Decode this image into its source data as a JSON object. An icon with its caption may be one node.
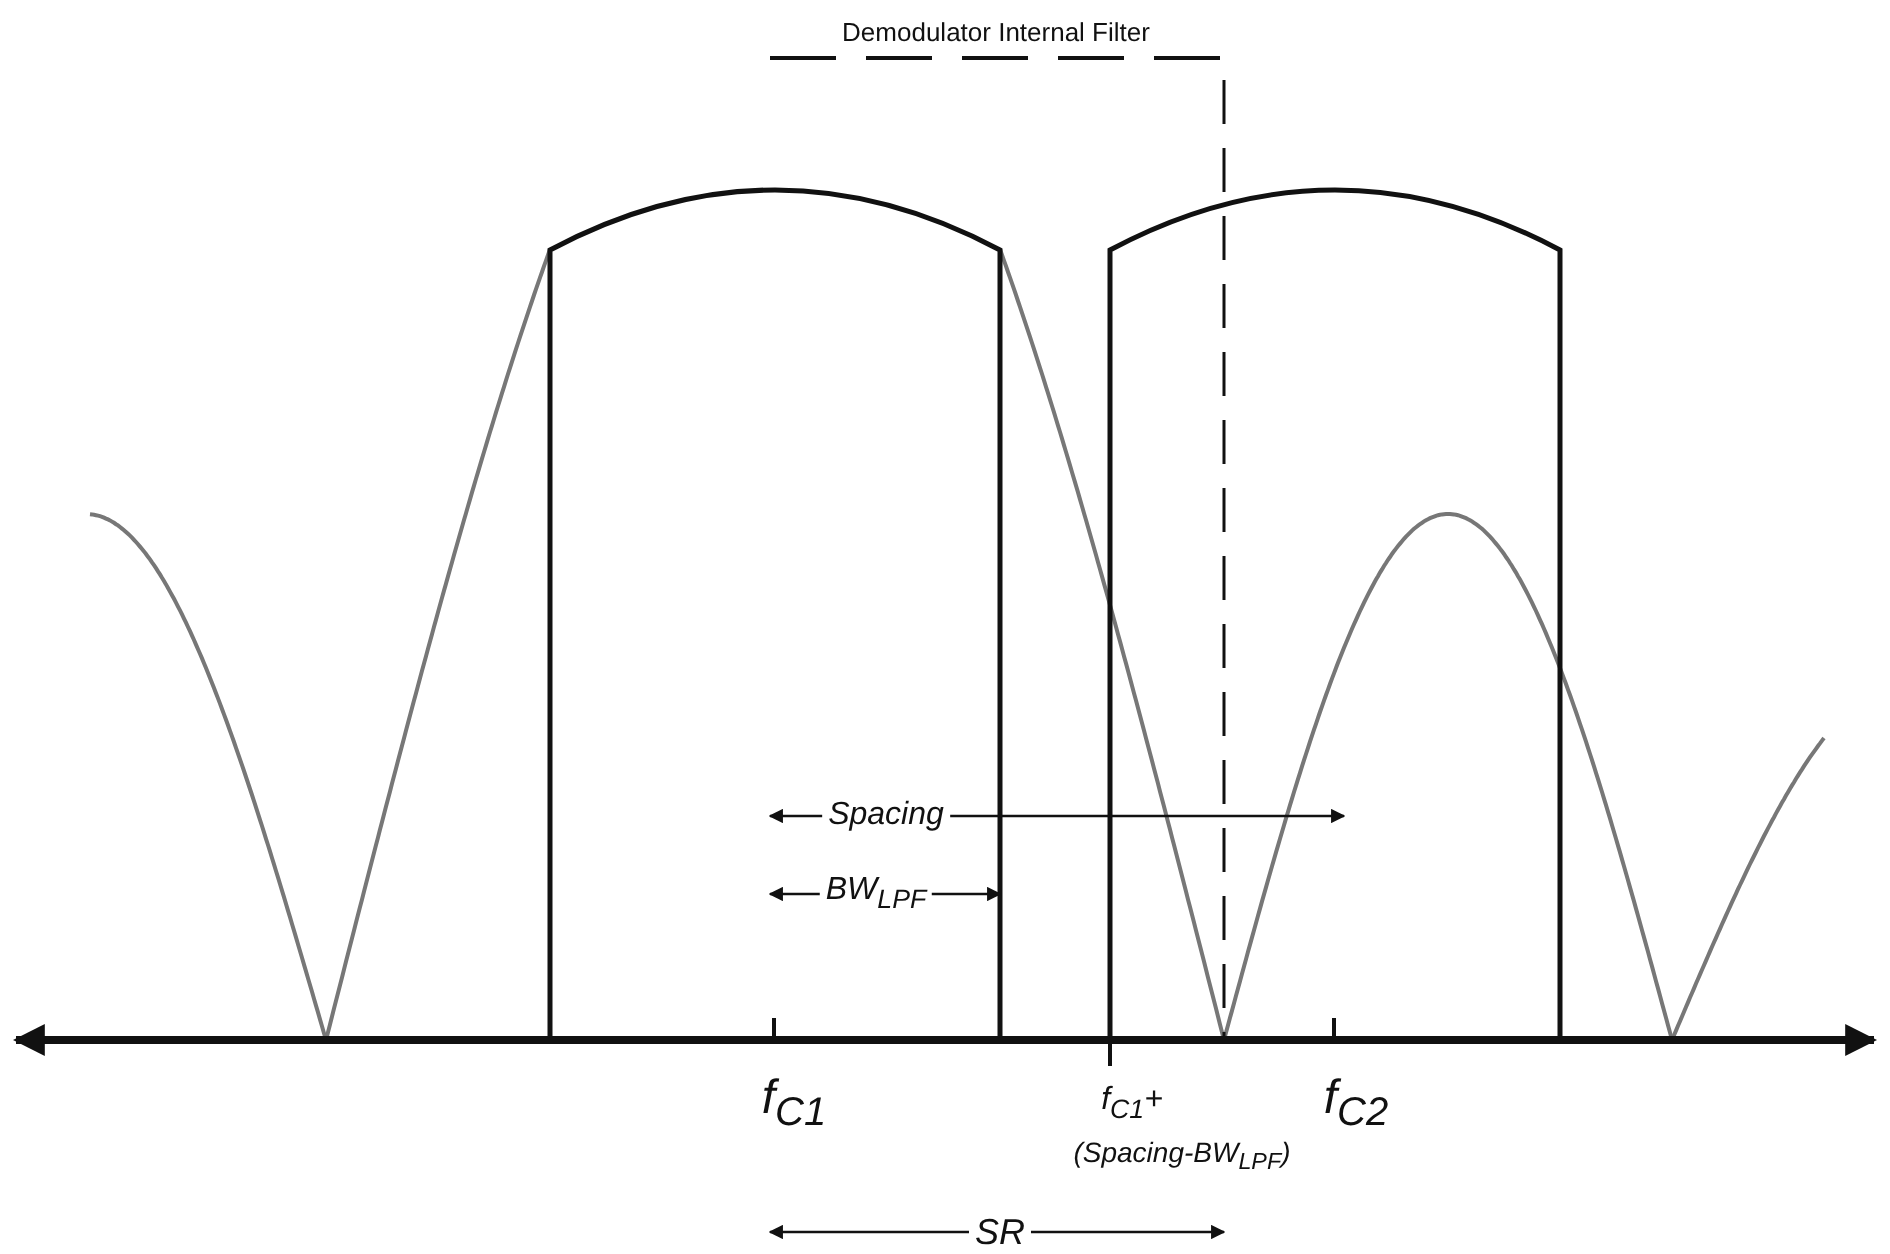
{
  "diagram": {
    "labels": [
      "Demodulator Internal Filter",
      "Spacing",
      "BW$_{LPF}$",
      "f$_{C1}$",
      "f$_{C1}$+",
      "(Spacing-BW$_{LPF}$)",
      "f$_{C2}$",
      "SR"
    ]
  }
}
